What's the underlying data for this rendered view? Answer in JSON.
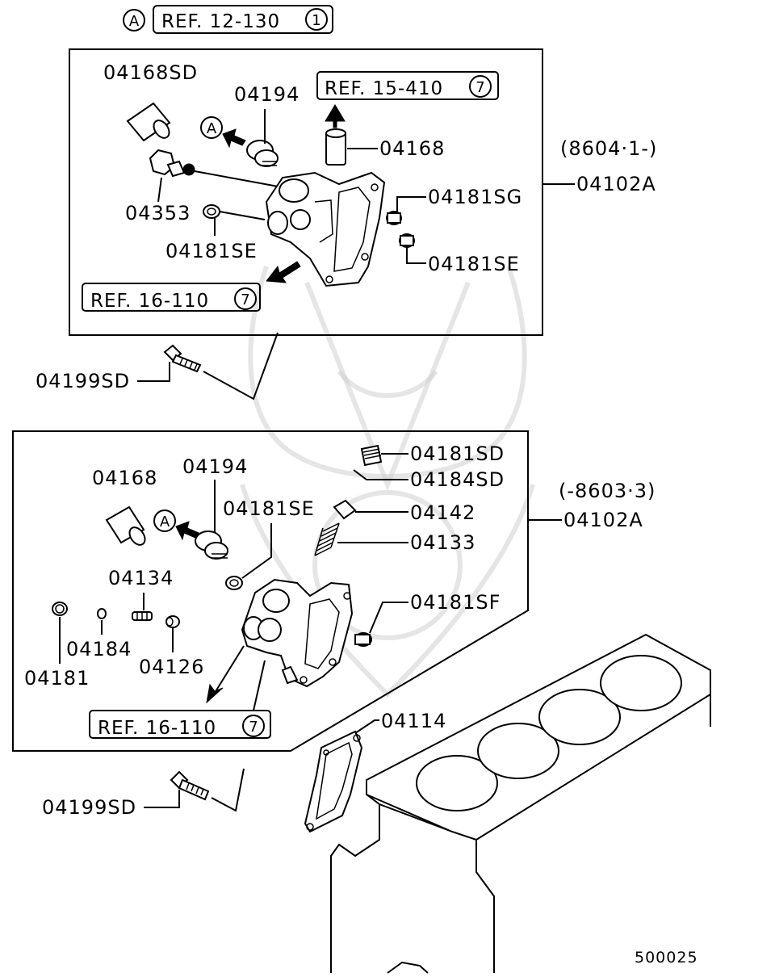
{
  "header": {
    "ref_marker": "A",
    "ref_text": "REF. 12-130",
    "ref_num": "1"
  },
  "upper_assembly": {
    "date_range": "(8604·1-)",
    "assembly_part": "04102A",
    "parts": {
      "p1": "04168SD",
      "p2": "04194",
      "p3": "04168",
      "p4": "04353",
      "p5": "04181SE",
      "p6": "04181SG",
      "p7": "04181SE",
      "p8": "04199SD"
    },
    "marker": "A",
    "ref_top": {
      "text": "REF. 15-410",
      "num": "7"
    },
    "ref_bottom": {
      "text": "REF. 16-110",
      "num": "7"
    }
  },
  "lower_assembly": {
    "date_range": "(-8603·3)",
    "assembly_part": "04102A",
    "parts": {
      "p1": "04181SD",
      "p2": "04184SD",
      "p3": "04168",
      "p4": "04194",
      "p5": "04181SE",
      "p6": "04142",
      "p7": "04133",
      "p8": "04134",
      "p9": "04181SF",
      "p10": "04184",
      "p11": "04126",
      "p12": "04181",
      "p13": "04114",
      "p14": "04199SD"
    },
    "marker": "A",
    "ref_bottom": {
      "text": "REF. 16-110",
      "num": "7"
    }
  },
  "catalog_number": "500025"
}
